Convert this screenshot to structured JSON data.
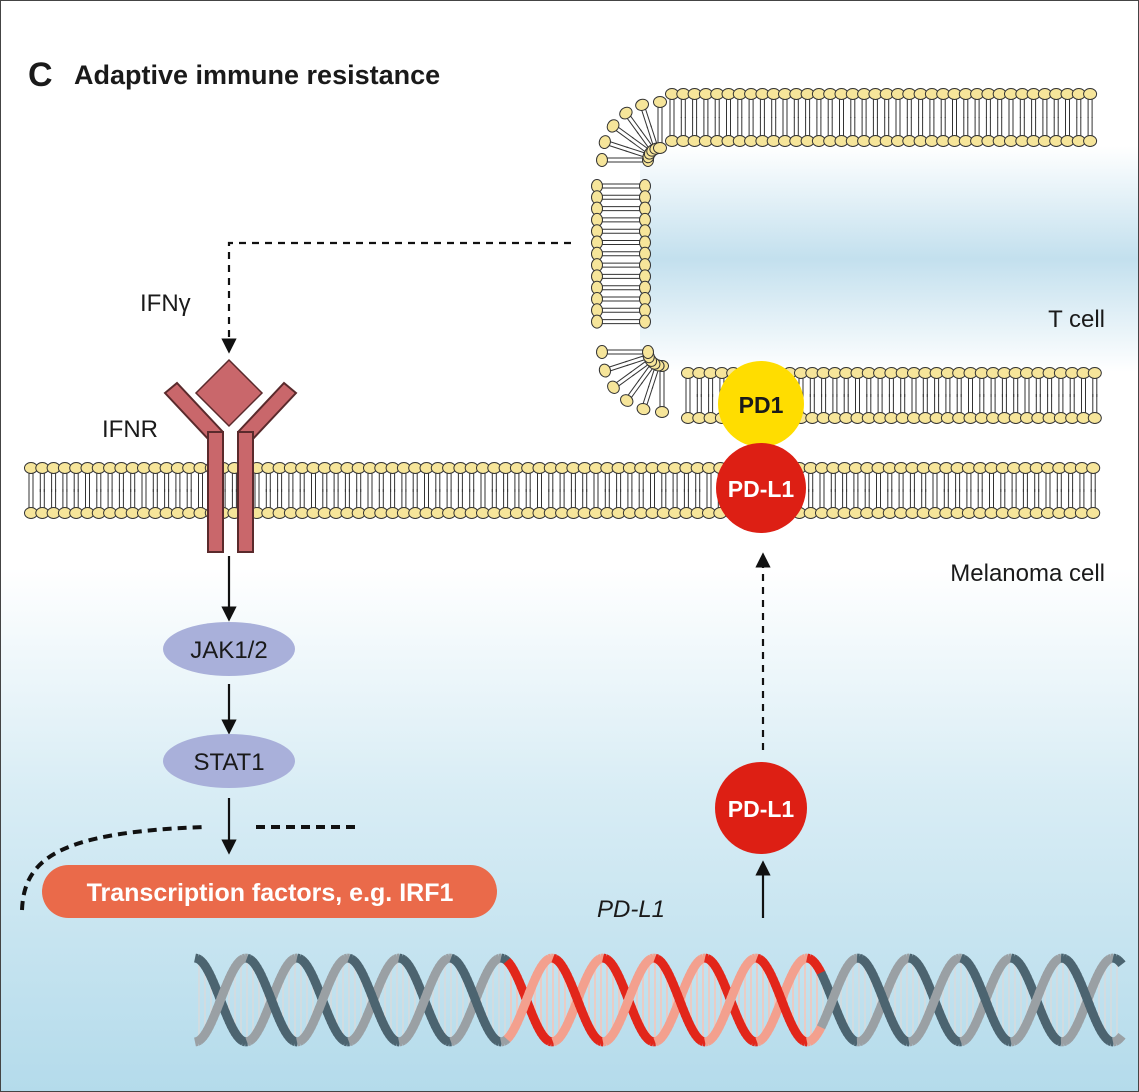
{
  "panel": {
    "letter": "C",
    "title": "Adaptive immune resistance"
  },
  "labels": {
    "ifng": "IFNγ",
    "ifnr": "IFNR",
    "t_cell": "T cell",
    "melanoma_cell": "Melanoma cell",
    "jak": "JAK1/2",
    "stat": "STAT1",
    "transcription": "Transcription factors, e.g. IRF1",
    "pd1": "PD1",
    "pdl1_membrane": "PD-L1",
    "pdl1_cytoplasm": "PD-L1",
    "gene": "PD-L1"
  },
  "colors": {
    "background_blue": "#bfe0ee",
    "lipid_head": "#f6e59a",
    "receptor": "#c9676b",
    "kinase_oval": "#a9b0da",
    "transcription_factor": "#ea6a4a",
    "pd1": "#ffdd00",
    "pdl1": "#dd1f14",
    "dna_gray": "#9aa0a4",
    "dna_dark": "#4c6470",
    "dna_red": "#e2261a",
    "dna_pink": "#f3a08e"
  }
}
